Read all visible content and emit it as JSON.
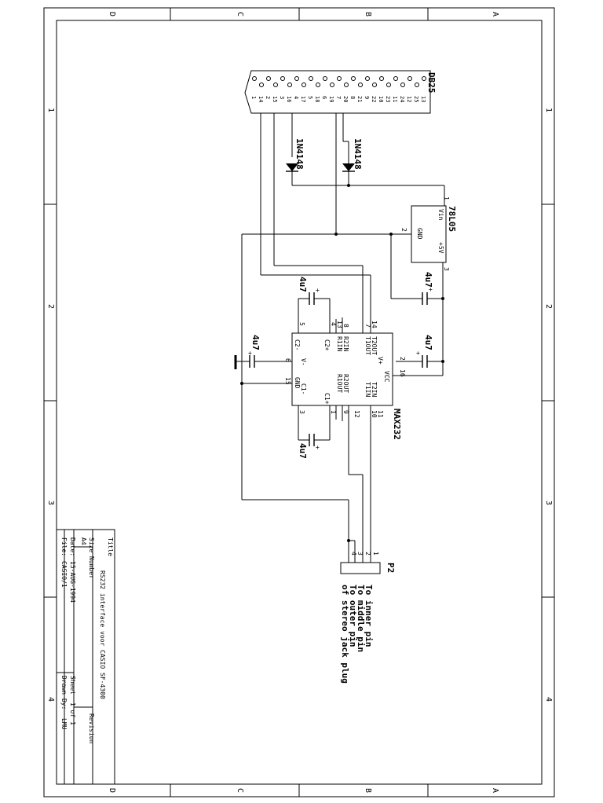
{
  "frame": {
    "top_letters": [
      "D",
      "C",
      "B",
      "A"
    ],
    "bottom_letters": [
      "D",
      "C",
      "B",
      "A"
    ],
    "side_numbers": [
      "1",
      "2",
      "3",
      "4"
    ]
  },
  "connector": {
    "name": "DB25",
    "pins_row1": [
      "1",
      "14",
      "2",
      "15",
      "3",
      "16",
      "4",
      "17",
      "5",
      "18",
      "6",
      "19",
      "7",
      "20",
      "8",
      "21",
      "9",
      "22",
      "10",
      "23",
      "11",
      "24",
      "12",
      "25",
      "13"
    ]
  },
  "diodes": [
    {
      "name": "1N4148"
    },
    {
      "name": "1N4148"
    }
  ],
  "regulator": {
    "name": "78L05",
    "pin_vin": "Vin",
    "pin_gnd": "GND",
    "pin_out": "+5V",
    "pin1": "1",
    "pin2": "2",
    "pin3": "3"
  },
  "capacitors": {
    "c_top": "4u7",
    "c_reg": "4u7",
    "c_left": "4u7",
    "c_vcc": "4u7",
    "c_bottom": "4u7"
  },
  "ic": {
    "name": "MAX232",
    "pin_labels": {
      "c2m": "C2-",
      "v": "V-",
      "c2p": "C2+",
      "r1in": "R1IN",
      "r2in": "R2IN",
      "t1out": "T1OUT",
      "t2out": "T2OUT",
      "vplus": "V+",
      "vcc": "VCC",
      "r1out": "R1OUT",
      "r2out": "R2OUT",
      "t1in": "T1IN",
      "t2in": "T2IN",
      "c1p": "C1+",
      "gnd": "GND",
      "c1m": "C1-"
    },
    "pin_numbers": {
      "p5": "5",
      "p4": "4",
      "p13": "13",
      "p8": "8",
      "p14": "14",
      "p7": "7",
      "p6": "6",
      "p15": "15",
      "p2": "2",
      "p16": "16",
      "p3": "3",
      "p1": "1",
      "p12": "12",
      "p9": "9",
      "p11": "11",
      "p10": "10"
    }
  },
  "plug": {
    "name": "P2",
    "pins": [
      "1",
      "2",
      "3",
      "4"
    ],
    "notes": [
      "To inner pin",
      "To middle pin",
      "To outer pin",
      "of stereo jack plug"
    ]
  },
  "title_block": {
    "title_label": "Title",
    "title": "RS232 interface voor CASIO SF-4300",
    "size_label": "Size",
    "size": "A4",
    "number_label": "Number",
    "revision_label": "Revision",
    "date_label": "Date:",
    "date": "15-AUG-1994",
    "sheet_label": "Sheet",
    "sheet": "1 of 1",
    "file_label": "File:",
    "file": "CASIO/1",
    "drawn_label": "Drawn By:",
    "drawn": "LMU"
  }
}
